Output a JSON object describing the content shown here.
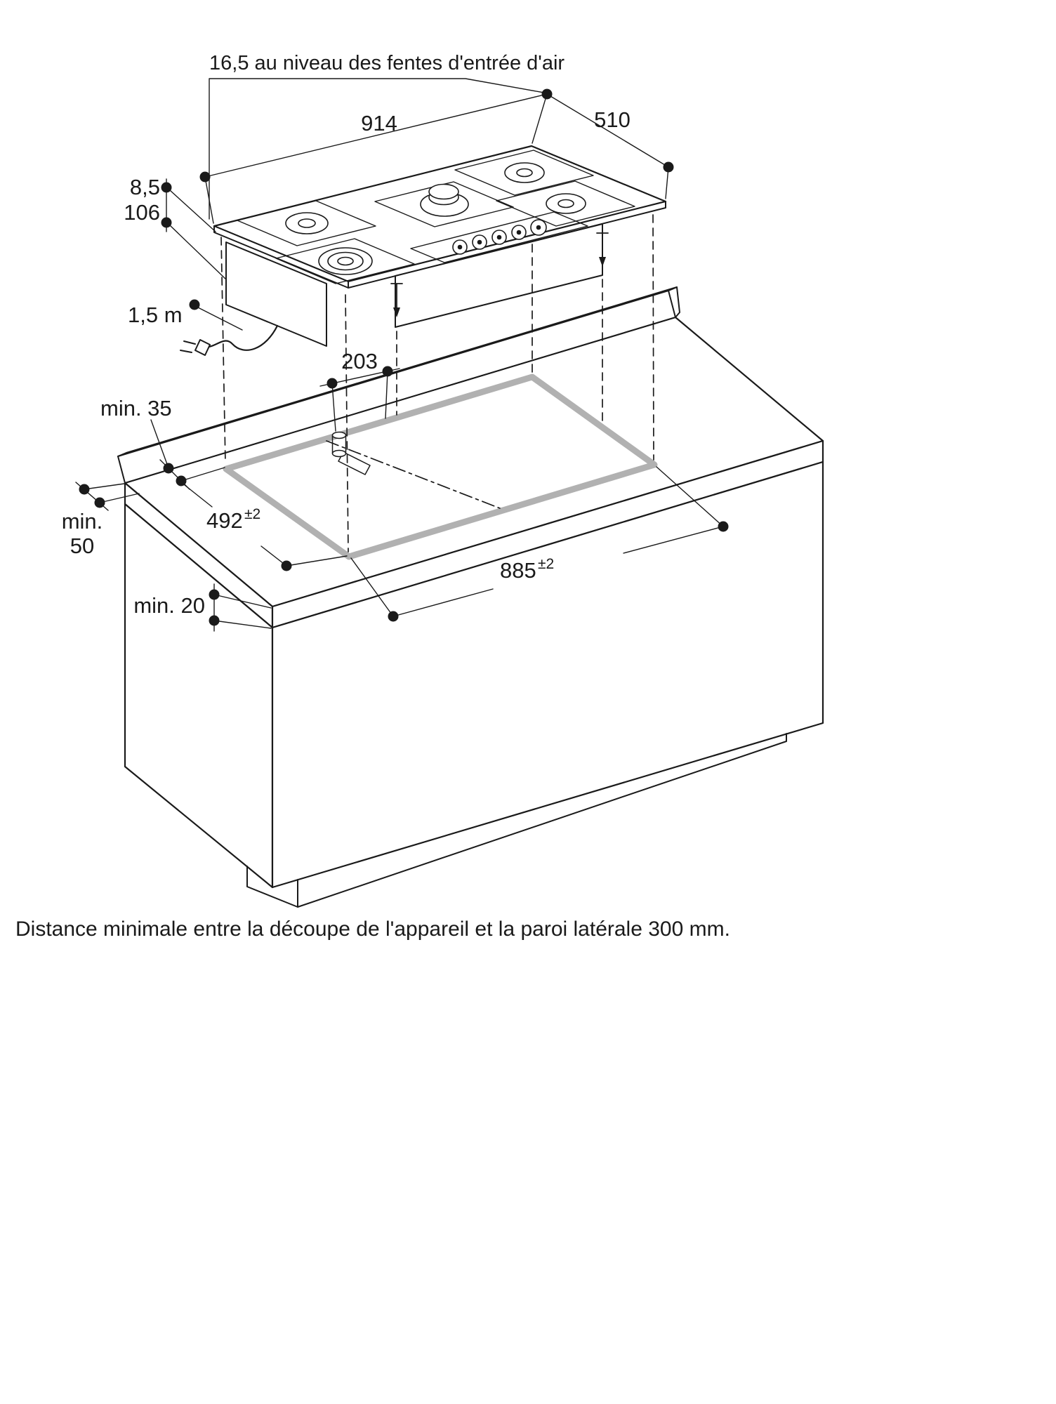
{
  "colors": {
    "ink": "#1a1a1a",
    "cutout_highlight": "#b1b1b1"
  },
  "labels": {
    "air_inlet_note": "16,5 au niveau des fentes d'entrée d'air",
    "cooktop_width": "914",
    "cooktop_depth": "510",
    "rim_height": "8,5",
    "body_height": "106",
    "cable_length": "1,5 m",
    "gas_offset": "203",
    "min_rear": "min. 35",
    "cutout_depth": "492",
    "cutout_depth_tol": "±2",
    "min_side_1": "min.",
    "min_side_2": "50",
    "cutout_width": "885",
    "cutout_width_tol": "±2",
    "min_front": "min. 20",
    "caption": "Distance minimale entre la découpe de l'appareil et la paroi latérale 300 mm."
  }
}
